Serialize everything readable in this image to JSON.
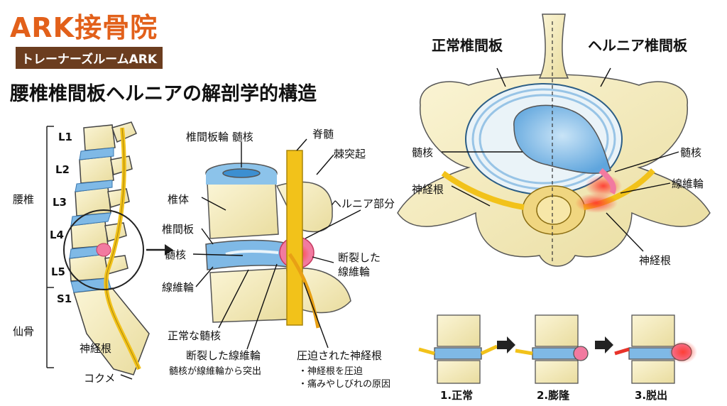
{
  "brand": {
    "name": "ARK接骨院",
    "subtitle": "トレーナーズルームARK"
  },
  "title": "腰椎椎間板ヘルニアの解剖学的構造",
  "spine": {
    "levels": [
      "L1",
      "L2",
      "L3",
      "L4",
      "L5",
      "S1"
    ],
    "region_lumbar": "腰椎",
    "region_sacrum": "仙骨",
    "nerve_root": "神経根",
    "coccyx": "コクメ"
  },
  "detail": {
    "annulus_nucleus": "椎間板輪 髄核",
    "spinal_cord": "脊髄",
    "spinous_process": "棘突起",
    "vertebral_body": "椎体",
    "disc": "椎間板",
    "nucleus": "髄核",
    "annulus": "線維輪",
    "hernia_part": "ヘルニア部分",
    "ruptured_annulus_l1": "断裂した",
    "ruptured_annulus_l2": "線維輪",
    "normal_nucleus": "正常な髄核",
    "ruptured_annulus": "断裂した線維輪",
    "nucleus_protrudes": "髄核が線維輪から突出",
    "compressed_nerve": "圧迫された神経根",
    "note_1": "・神経根を圧迫",
    "note_2": "・痛みやしびれの原因"
  },
  "axial": {
    "normal_disc": "正常椎間板",
    "hernia_disc": "ヘルニア椎間板",
    "nucleus_left": "髄核",
    "nucleus_right": "髄核",
    "nerve_root_left": "神経根",
    "annulus_right": "線維輪",
    "nerve_root_right": "神経根"
  },
  "stages": [
    "1.正常",
    "2.膨隆",
    "3.脱出"
  ],
  "colors": {
    "brand": "#e2601a",
    "bone": "#f5ecbd",
    "disc": "#7fb9e6",
    "hernia": "#f27aa0",
    "nerve": "#f2c21a",
    "inflame": "#e8332a"
  }
}
